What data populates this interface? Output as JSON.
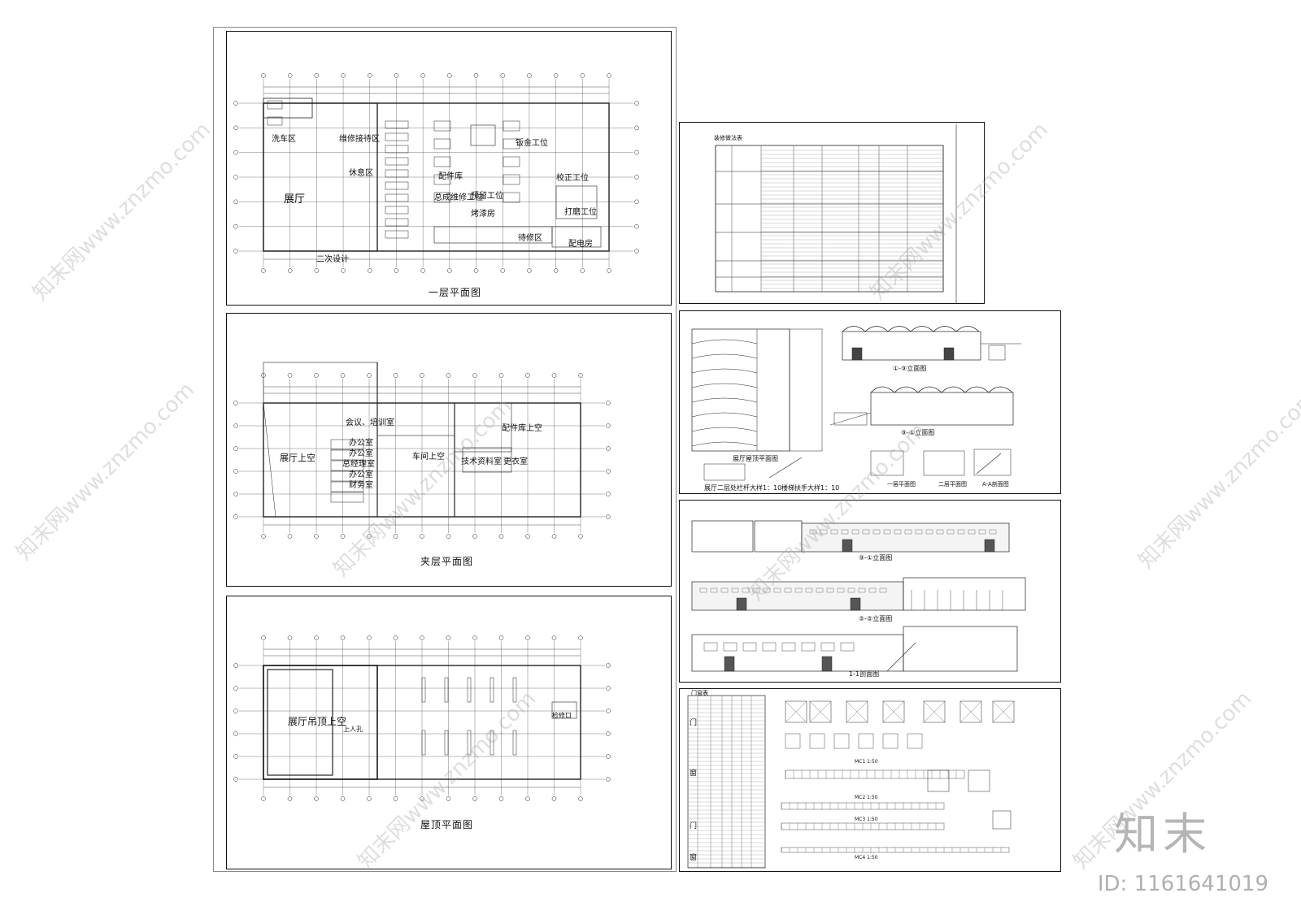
{
  "sheets": {
    "plan1": {
      "title": "一层平面图",
      "rooms": [
        "展厅",
        "维修接待区",
        "休息区",
        "钣金工位",
        "预留工位",
        "配件库",
        "校正工位",
        "待修区",
        "配电房",
        "总成维修工位",
        "烤漆房",
        "打磨工位",
        "洗车区",
        "二次设计"
      ]
    },
    "plan2": {
      "title": "夹层平面图",
      "rooms": [
        "展厅上空",
        "会议、培训室",
        "办公室",
        "办公室",
        "总经理室",
        "办公室",
        "财务室",
        "车间上空",
        "配件库上空",
        "技术资料室",
        "更衣室"
      ]
    },
    "plan3": {
      "title": "屋顶平面图",
      "rooms": [
        "展厅吊顶上空",
        "上人孔",
        "检修口"
      ]
    },
    "notes": {
      "title": "装修做法表"
    },
    "elev1": {
      "labels": [
        "①-⑨立面图",
        "⑨-①立面图",
        "展厅屋顶平面图",
        "展厅二层处栏杆大样1：10",
        "楼梯扶手大样1：10",
        "一层平面图",
        "二层平面图",
        "A-A剖面图"
      ]
    },
    "elev2": {
      "labels": [
        "⑨-①立面图",
        "⑤-⑤立面图",
        "1-1剖面图"
      ]
    },
    "doors": {
      "title": "门窗表",
      "labels": [
        "门",
        "窗",
        "门",
        "窗",
        "MC1 1:50",
        "MC2 1:50",
        "MC3 1:50",
        "MC4 1:50"
      ]
    }
  },
  "watermark": {
    "text": "知末网www.znzmo.com"
  },
  "brand": {
    "logo": "知末",
    "id": "ID: 1161641019"
  }
}
